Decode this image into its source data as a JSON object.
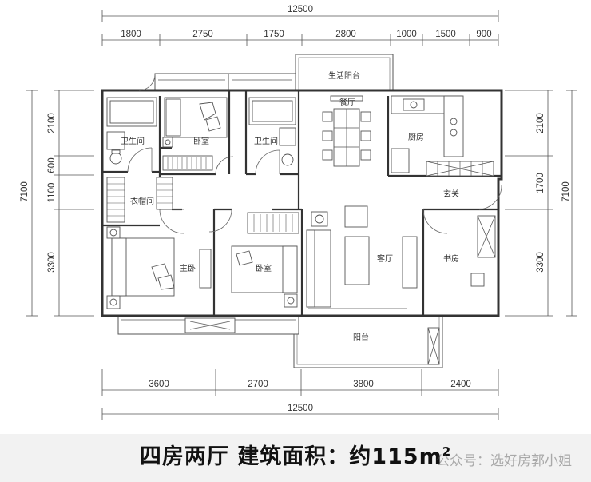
{
  "dimensions": {
    "top_total": "12500",
    "top_segments": [
      "1800",
      "2750",
      "1750",
      "2800",
      "1000",
      "1500",
      "900"
    ],
    "bottom_segments": [
      "3600",
      "2700",
      "3800",
      "2400"
    ],
    "bottom_total": "12500",
    "left_total": "7100",
    "left_segments": [
      "2100",
      "600",
      "1100",
      "3300"
    ],
    "right_total": "7100",
    "right_segments": [
      "2100",
      "1700",
      "3300"
    ]
  },
  "rooms": {
    "laundry_balcony": "生活阳台",
    "dining": "餐厅",
    "bathroom_left": "卫生间",
    "bedroom_top": "卧室",
    "bathroom_mid": "卫生间",
    "kitchen": "厨房",
    "cloakroom": "衣帽间",
    "entrance": "玄关",
    "master_bedroom": "主卧",
    "bedroom_bottom": "卧室",
    "living_room": "客厅",
    "study": "书房",
    "balcony": "阳台"
  },
  "caption": {
    "text": "四房两厅 建筑面积：约115m",
    "superscript": "2"
  },
  "watermark": "公众号：选好房郭小姐"
}
